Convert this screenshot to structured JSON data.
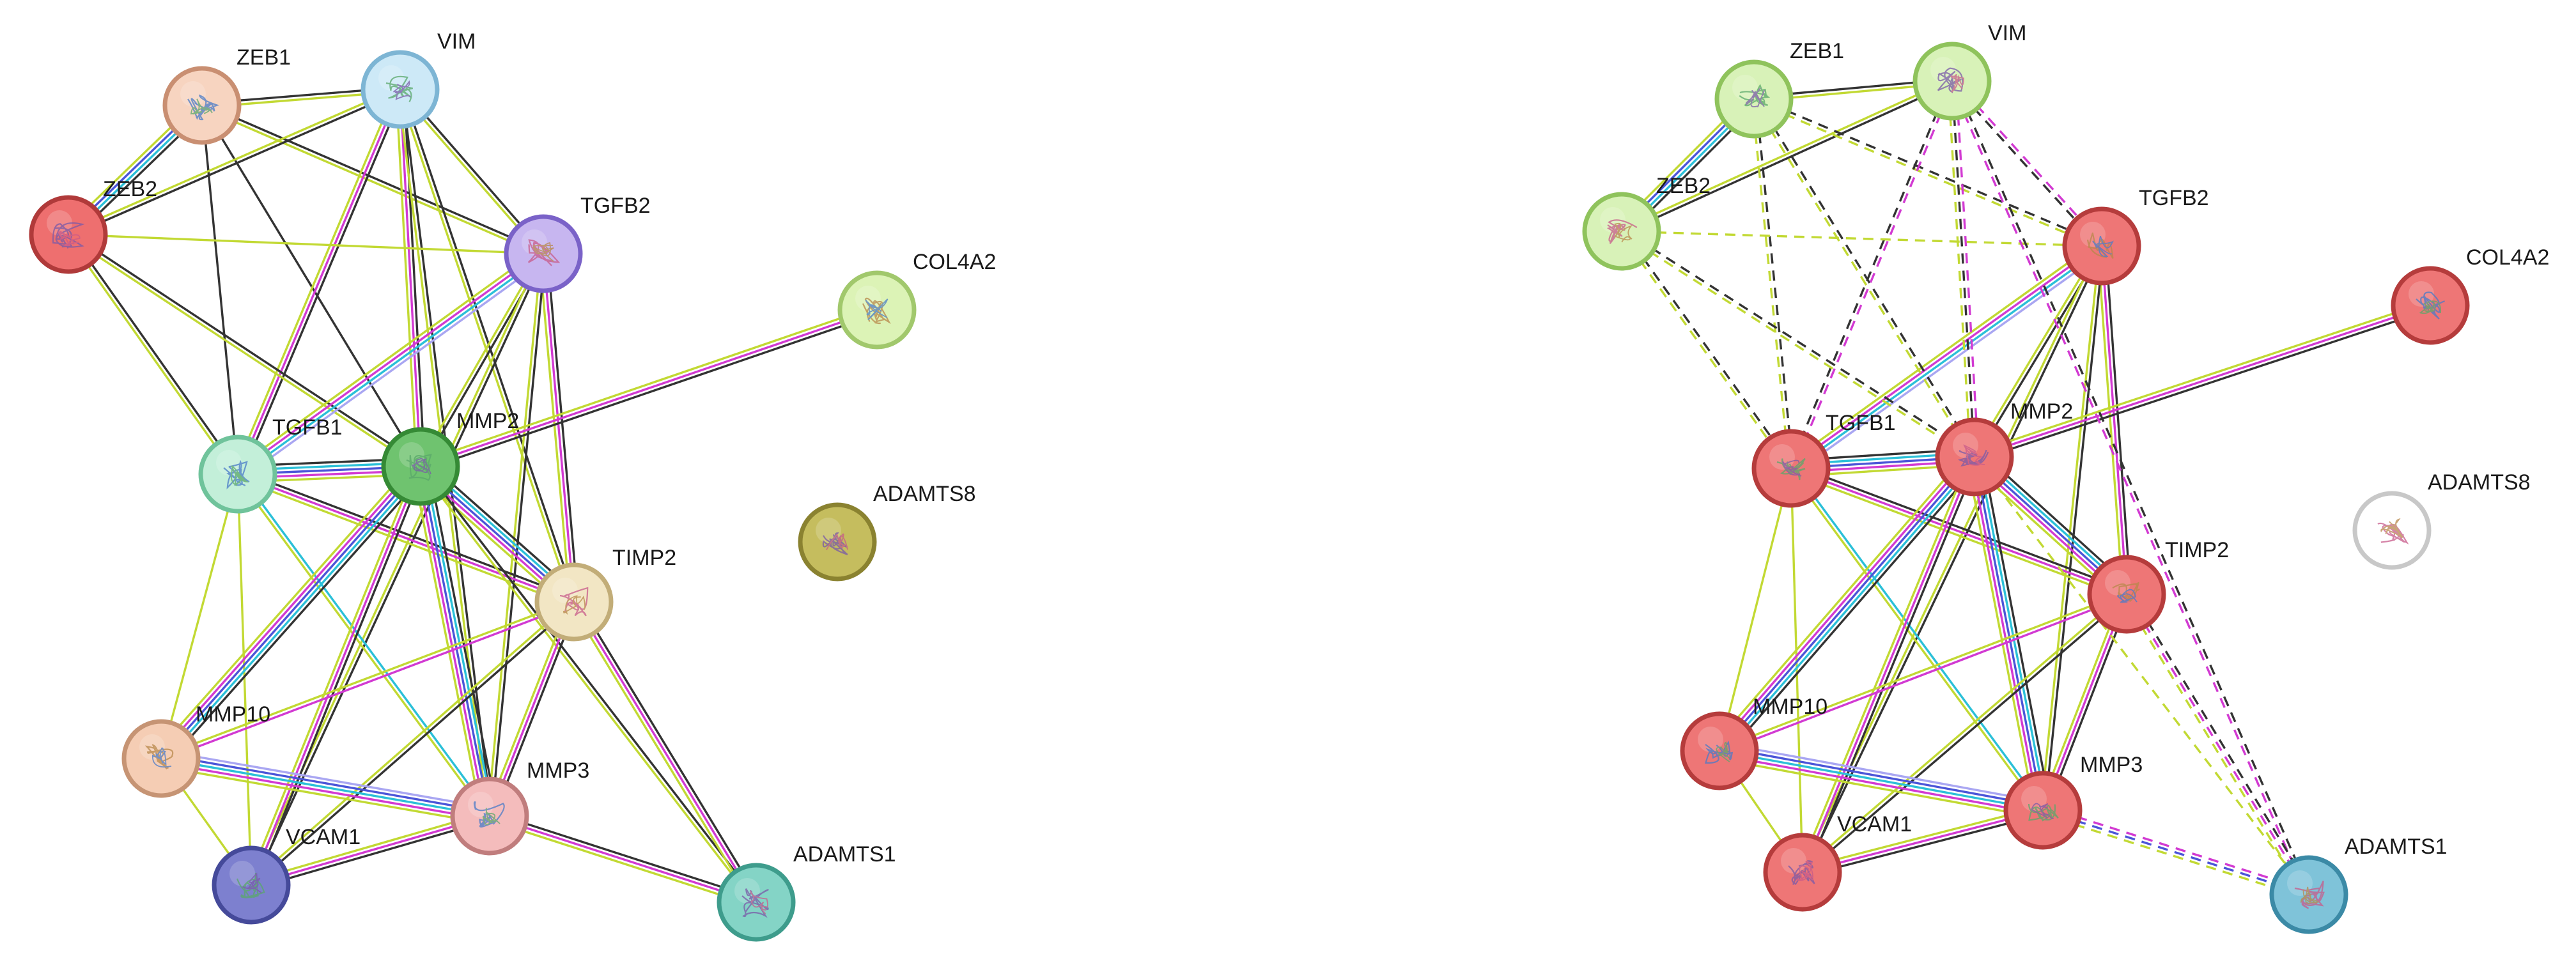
{
  "networks": [
    {
      "id": "left",
      "nodes": [
        {
          "id": "ZEB1",
          "label": "ZEB1",
          "fill": "#f7d4c0",
          "stroke": "#c98f72"
        },
        {
          "id": "VIM",
          "label": "VIM",
          "fill": "#cde9f7",
          "stroke": "#7db5d4"
        },
        {
          "id": "ZEB2",
          "label": "ZEB2",
          "fill": "#ee6f6f",
          "stroke": "#b03a3a"
        },
        {
          "id": "TGFB2",
          "label": "TGFB2",
          "fill": "#c7b6f0",
          "stroke": "#7a62c8"
        },
        {
          "id": "COL4A2",
          "label": "COL4A2",
          "fill": "#dcf3b6",
          "stroke": "#a1c86c"
        },
        {
          "id": "TGFB1",
          "label": "TGFB1",
          "fill": "#c3efd9",
          "stroke": "#6fc39b"
        },
        {
          "id": "MMP2",
          "label": "MMP2",
          "fill": "#6fc36f",
          "stroke": "#358a35"
        },
        {
          "id": "ADAMTS8",
          "label": "ADAMTS8",
          "fill": "#c5bd5e",
          "stroke": "#8a8230"
        },
        {
          "id": "TIMP2",
          "label": "TIMP2",
          "fill": "#f2e6c4",
          "stroke": "#c2ad78"
        },
        {
          "id": "MMP10",
          "label": "MMP10",
          "fill": "#f5cdb4",
          "stroke": "#c69474"
        },
        {
          "id": "MMP3",
          "label": "MMP3",
          "fill": "#f4bcbc",
          "stroke": "#c07d7d"
        },
        {
          "id": "VCAM1",
          "label": "VCAM1",
          "fill": "#7d80cf",
          "stroke": "#454a9a"
        },
        {
          "id": "ADAMTS1",
          "label": "ADAMTS1",
          "fill": "#84d4c6",
          "stroke": "#3e9c8c"
        }
      ]
    },
    {
      "id": "right",
      "nodes": [
        {
          "id": "ZEB1",
          "label": "ZEB1",
          "fill": "#d8f2b8",
          "stroke": "#8fc35c"
        },
        {
          "id": "VIM",
          "label": "VIM",
          "fill": "#d8f2b8",
          "stroke": "#8fc35c"
        },
        {
          "id": "ZEB2",
          "label": "ZEB2",
          "fill": "#d8f2b8",
          "stroke": "#8fc35c"
        },
        {
          "id": "TGFB2",
          "label": "TGFB2",
          "fill": "#ee7676",
          "stroke": "#b53c3c"
        },
        {
          "id": "COL4A2",
          "label": "COL4A2",
          "fill": "#ee7676",
          "stroke": "#b53c3c"
        },
        {
          "id": "TGFB1",
          "label": "TGFB1",
          "fill": "#ee7676",
          "stroke": "#b53c3c"
        },
        {
          "id": "MMP2",
          "label": "MMP2",
          "fill": "#ee7676",
          "stroke": "#b53c3c"
        },
        {
          "id": "ADAMTS8",
          "label": "ADAMTS8",
          "fill": "#ffffff",
          "stroke": "#c8c8c8"
        },
        {
          "id": "TIMP2",
          "label": "TIMP2",
          "fill": "#ee7676",
          "stroke": "#b53c3c"
        },
        {
          "id": "MMP10",
          "label": "MMP10",
          "fill": "#ee7676",
          "stroke": "#b53c3c"
        },
        {
          "id": "MMP3",
          "label": "MMP3",
          "fill": "#ee7676",
          "stroke": "#b53c3c"
        },
        {
          "id": "VCAM1",
          "label": "VCAM1",
          "fill": "#ee7676",
          "stroke": "#b53c3c"
        },
        {
          "id": "ADAMTS1",
          "label": "ADAMTS1",
          "fill": "#7fc3d9",
          "stroke": "#3b8aa6"
        }
      ]
    }
  ],
  "edge_colors": {
    "black": "#333333",
    "yellow": "#c2d933",
    "magenta": "#d23ad2",
    "blue": "#4b55d8",
    "cyan": "#2bc0d8",
    "lavender": "#a9a6f2",
    "green": "#55b855"
  },
  "edges": [
    [
      "ZEB1",
      "VIM",
      [
        "black",
        "yellow"
      ],
      false
    ],
    [
      "ZEB1",
      "ZEB2",
      [
        "black",
        "cyan",
        "blue",
        "yellow"
      ],
      false
    ],
    [
      "ZEB1",
      "TGFB2",
      [
        "black",
        "yellow"
      ],
      false
    ],
    [
      "ZEB1",
      "TGFB1",
      [
        "black"
      ],
      false
    ],
    [
      "ZEB1",
      "MMP2",
      [
        "black"
      ],
      false
    ],
    [
      "VIM",
      "ZEB2",
      [
        "black",
        "yellow"
      ],
      false
    ],
    [
      "VIM",
      "TGFB2",
      [
        "black",
        "yellow"
      ],
      false
    ],
    [
      "VIM",
      "TGFB1",
      [
        "black",
        "magenta",
        "yellow"
      ],
      false
    ],
    [
      "VIM",
      "MMP2",
      [
        "black",
        "magenta",
        "yellow"
      ],
      false
    ],
    [
      "VIM",
      "TIMP2",
      [
        "black",
        "yellow"
      ],
      false
    ],
    [
      "VIM",
      "MMP3",
      [
        "black",
        "yellow"
      ],
      false
    ],
    [
      "ZEB2",
      "TGFB2",
      [
        "yellow"
      ],
      false
    ],
    [
      "ZEB2",
      "TGFB1",
      [
        "black",
        "yellow"
      ],
      false
    ],
    [
      "ZEB2",
      "MMP2",
      [
        "black",
        "yellow"
      ],
      false
    ],
    [
      "TGFB2",
      "TGFB1",
      [
        "lavender",
        "cyan",
        "magenta",
        "yellow"
      ],
      false
    ],
    [
      "TGFB2",
      "MMP2",
      [
        "black",
        "yellow"
      ],
      false
    ],
    [
      "TGFB2",
      "TIMP2",
      [
        "black",
        "magenta",
        "yellow"
      ],
      false
    ],
    [
      "TGFB2",
      "MMP3",
      [
        "black",
        "yellow"
      ],
      false
    ],
    [
      "TGFB2",
      "VCAM1",
      [
        "black",
        "yellow"
      ],
      false
    ],
    [
      "COL4A2",
      "MMP2",
      [
        "black",
        "magenta",
        "yellow"
      ],
      false
    ],
    [
      "TGFB1",
      "MMP2",
      [
        "black",
        "cyan",
        "blue",
        "magenta",
        "yellow"
      ],
      false
    ],
    [
      "TGFB1",
      "TIMP2",
      [
        "black",
        "magenta",
        "yellow"
      ],
      false
    ],
    [
      "TGFB1",
      "MMP3",
      [
        "cyan",
        "yellow"
      ],
      false
    ],
    [
      "TGFB1",
      "MMP10",
      [
        "yellow"
      ],
      false
    ],
    [
      "TGFB1",
      "VCAM1",
      [
        "yellow"
      ],
      false
    ],
    [
      "MMP2",
      "TIMP2",
      [
        "black",
        "cyan",
        "blue",
        "magenta",
        "yellow"
      ],
      false
    ],
    [
      "MMP2",
      "MMP3",
      [
        "black",
        "cyan",
        "blue",
        "magenta",
        "yellow"
      ],
      false
    ],
    [
      "MMP2",
      "MMP10",
      [
        "black",
        "cyan",
        "blue",
        "magenta",
        "yellow"
      ],
      false
    ],
    [
      "MMP2",
      "VCAM1",
      [
        "black",
        "magenta",
        "yellow"
      ],
      false
    ],
    [
      "MMP2",
      "ADAMTS1",
      [
        "black",
        "yellow"
      ],
      false
    ],
    [
      "TIMP2",
      "MMP10",
      [
        "magenta",
        "yellow"
      ],
      false
    ],
    [
      "TIMP2",
      "MMP3",
      [
        "black",
        "magenta",
        "yellow"
      ],
      false
    ],
    [
      "TIMP2",
      "VCAM1",
      [
        "black",
        "yellow"
      ],
      false
    ],
    [
      "TIMP2",
      "ADAMTS1",
      [
        "black",
        "magenta",
        "yellow"
      ],
      false
    ],
    [
      "MMP10",
      "MMP3",
      [
        "lavender",
        "blue",
        "cyan",
        "magenta",
        "yellow"
      ],
      false
    ],
    [
      "MMP10",
      "VCAM1",
      [
        "yellow"
      ],
      false
    ],
    [
      "MMP3",
      "VCAM1",
      [
        "black",
        "magenta",
        "yellow"
      ],
      false
    ],
    [
      "MMP3",
      "ADAMTS1",
      [
        "black",
        "magenta",
        "yellow"
      ],
      false
    ],
    [
      "ZEB1",
      "TGFB1",
      [
        "black",
        "yellow"
      ],
      true
    ],
    [
      "ZEB1",
      "MMP2",
      [
        "black",
        "yellow"
      ],
      true
    ],
    [
      "ZEB1",
      "TGFB2",
      [
        "black",
        "yellow"
      ],
      true
    ],
    [
      "VIM",
      "TGFB1",
      [
        "magenta",
        "black"
      ],
      true
    ],
    [
      "VIM",
      "MMP2",
      [
        "magenta",
        "black",
        "yellow"
      ],
      true
    ],
    [
      "VIM",
      "TGFB2",
      [
        "magenta",
        "black"
      ],
      true
    ],
    [
      "ZEB2",
      "TGFB2",
      [
        "yellow"
      ],
      true
    ],
    [
      "ZEB2",
      "TGFB1",
      [
        "black",
        "yellow"
      ],
      true
    ],
    [
      "ZEB2",
      "MMP2",
      [
        "black",
        "yellow"
      ],
      true
    ],
    [
      "VIM",
      "ADAMTS1",
      [
        "black",
        "magenta"
      ],
      true
    ],
    [
      "TIMP2",
      "ADAMTS1",
      [
        "black",
        "magenta",
        "yellow"
      ],
      true
    ],
    [
      "MMP3",
      "ADAMTS1",
      [
        "magenta",
        "blue",
        "yellow"
      ],
      true
    ],
    [
      "MMP2",
      "ADAMTS1",
      [
        "yellow"
      ],
      true
    ]
  ],
  "right_overrides": {
    "solid_only": [
      "ZEB1-ZEB2",
      "ZEB1-VIM",
      "VIM-ZEB2"
    ]
  }
}
